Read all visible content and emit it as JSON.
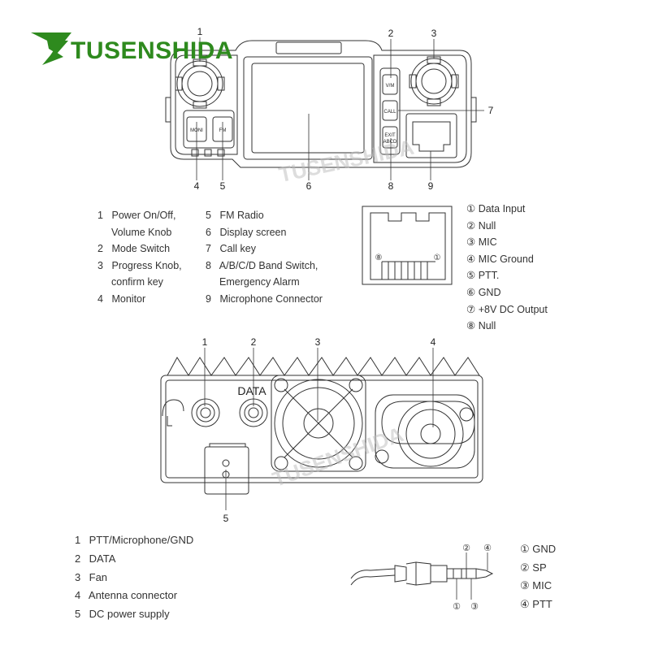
{
  "brand": {
    "name": "TUSENSHIDA",
    "color": "#2e8a1e",
    "watermark": "TUSENSHIDA"
  },
  "front_panel": {
    "buttons": {
      "vm": "V/M",
      "call": "CALL",
      "exit": "EXIT",
      "abcd": "ABCD",
      "moni": "MONI",
      "fm": "FM"
    },
    "callouts": [
      "1",
      "2",
      "3",
      "4",
      "5",
      "6",
      "7",
      "8",
      "9"
    ],
    "legend_left": [
      {
        "num": "1",
        "text": "Power On/Off,",
        "cont": "Volume Knob"
      },
      {
        "num": "2",
        "text": "Mode Switch"
      },
      {
        "num": "3",
        "text": "Progress Knob,",
        "cont": "confirm key"
      },
      {
        "num": "4",
        "text": "Monitor"
      }
    ],
    "legend_mid": [
      {
        "num": "5",
        "text": "FM Radio"
      },
      {
        "num": "6",
        "text": "Display screen"
      },
      {
        "num": "7",
        "text": "Call key"
      },
      {
        "num": "8",
        "text": "A/B/C/D Band Switch,",
        "cont": "Emergency Alarm"
      },
      {
        "num": "9",
        "text": "Microphone Connector"
      }
    ]
  },
  "rj45": {
    "pin_marks": [
      "⑧",
      "①"
    ],
    "pins": [
      {
        "num": "①",
        "label": "Data Input"
      },
      {
        "num": "②",
        "label": "Null"
      },
      {
        "num": "③",
        "label": "MIC"
      },
      {
        "num": "④",
        "label": "MIC Ground"
      },
      {
        "num": "⑤",
        "label": "PTT."
      },
      {
        "num": "⑥",
        "label": "GND"
      },
      {
        "num": "⑦",
        "label": "+8V DC Output"
      },
      {
        "num": "⑧",
        "label": "Null"
      }
    ]
  },
  "rear_panel": {
    "data_label": "DATA",
    "callouts": [
      "1",
      "2",
      "3",
      "4",
      "5"
    ],
    "legend": [
      {
        "num": "1",
        "text": "PTT/Microphone/GND"
      },
      {
        "num": "2",
        "text": "DATA"
      },
      {
        "num": "3",
        "text": "Fan"
      },
      {
        "num": "4",
        "text": "Antenna connector"
      },
      {
        "num": "5",
        "text": "DC power supply"
      }
    ]
  },
  "jack": {
    "callouts": [
      "①",
      "②",
      "③",
      "④"
    ],
    "pins": [
      {
        "num": "①",
        "label": "GND"
      },
      {
        "num": "②",
        "label": "SP"
      },
      {
        "num": "③",
        "label": "MIC"
      },
      {
        "num": "④",
        "label": "PTT"
      }
    ]
  }
}
